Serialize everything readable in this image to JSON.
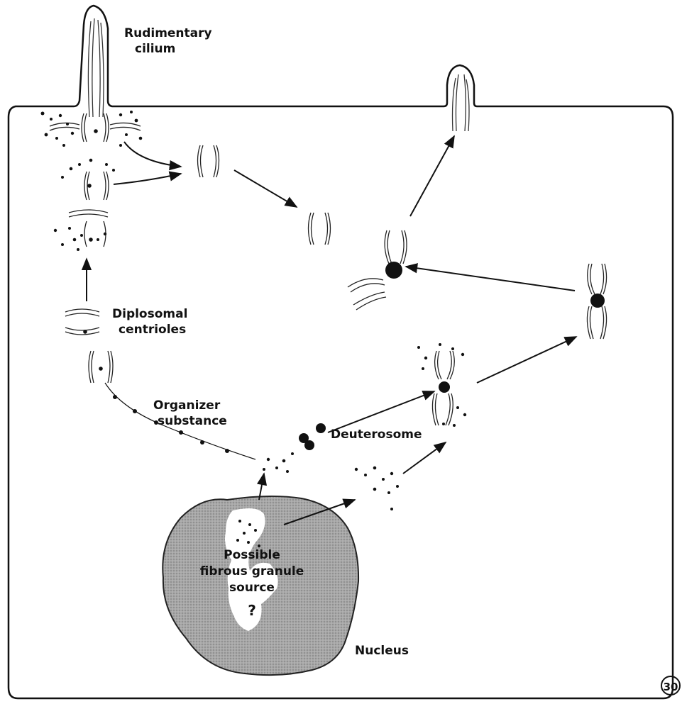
{
  "figure": {
    "labels": {
      "rudimentary_cilium_line1": "Rudimentary",
      "rudimentary_cilium_line2": "cilium",
      "diplosomal_line1": "Diplosomal",
      "diplosomal_line2": "centrioles",
      "organizer_line1": "Organizer",
      "organizer_line2": "substance",
      "deuterosome": "Deuterosome",
      "source_line1": "Possible",
      "source_line2": "fibrous granule",
      "source_line3": "source",
      "source_question": "?",
      "nucleus": "Nucleus"
    },
    "figure_number": "30"
  },
  "colors": {
    "ink": "#111111",
    "nucleus_fill": "#9a9a9a",
    "paper": "#ffffff"
  }
}
